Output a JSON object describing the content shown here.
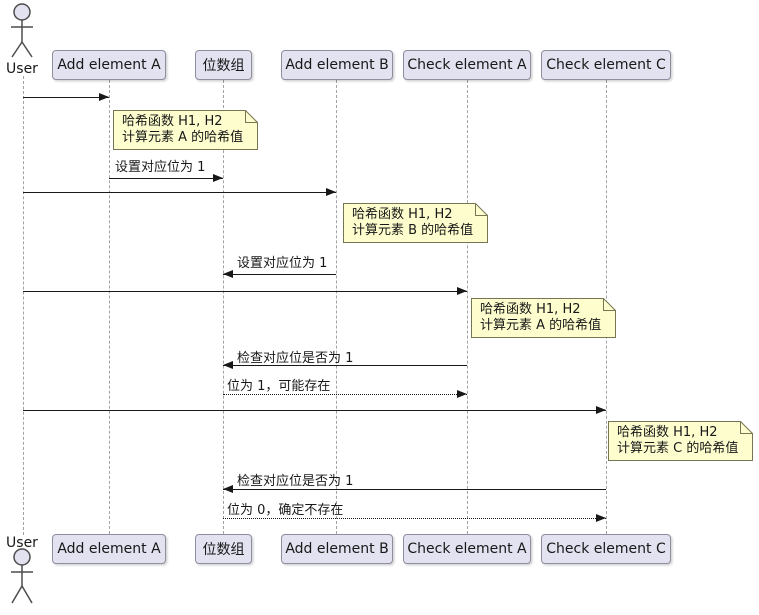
{
  "diagram_type": "sequence-diagram",
  "actor": {
    "label": "User"
  },
  "participants": [
    {
      "label": "Add element A"
    },
    {
      "label": "位数组"
    },
    {
      "label": "Add element B"
    },
    {
      "label": "Check element A"
    },
    {
      "label": "Check element C"
    }
  ],
  "messages": [
    {
      "from": "User",
      "to": "Add element A",
      "label": "",
      "style": "solid"
    },
    {
      "from": "Add element A",
      "to": "位数组",
      "label": "设置对应位为 1",
      "style": "solid"
    },
    {
      "from": "User",
      "to": "Add element B",
      "label": "",
      "style": "solid"
    },
    {
      "from": "Add element B",
      "to": "位数组",
      "label": "设置对应位为 1",
      "style": "solid"
    },
    {
      "from": "User",
      "to": "Check element A",
      "label": "",
      "style": "solid"
    },
    {
      "from": "Check element A",
      "to": "位数组",
      "label": "检查对应位是否为 1",
      "style": "solid"
    },
    {
      "from": "位数组",
      "to": "Check element A",
      "label": "位为 1，可能存在",
      "style": "dotted"
    },
    {
      "from": "User",
      "to": "Check element C",
      "label": "",
      "style": "solid"
    },
    {
      "from": "Check element C",
      "to": "位数组",
      "label": "检查对应位是否为 1",
      "style": "solid"
    },
    {
      "from": "位数组",
      "to": "Check element C",
      "label": "位为 0，确定不存在",
      "style": "dotted"
    }
  ],
  "notes": [
    {
      "line1": "哈希函数 H1, H2",
      "line2": "计算元素 A 的哈希值"
    },
    {
      "line1": "哈希函数 H1, H2",
      "line2": "计算元素 B 的哈希值"
    },
    {
      "line1": "哈希函数 H1, H2",
      "line2": "计算元素 A 的哈希值"
    },
    {
      "line1": "哈希函数 H1, H2",
      "line2": "计算元素 C 的哈希值"
    }
  ],
  "colors": {
    "bg": "#FFFFFF",
    "participant_fill": "#E2E2F0",
    "participant_border": "#8E8EA0",
    "note_fill": "#FDFDCE",
    "note_border": "#767655",
    "lifeline": "#A3A3A3",
    "arrow": "#181818",
    "text": "#181818"
  }
}
